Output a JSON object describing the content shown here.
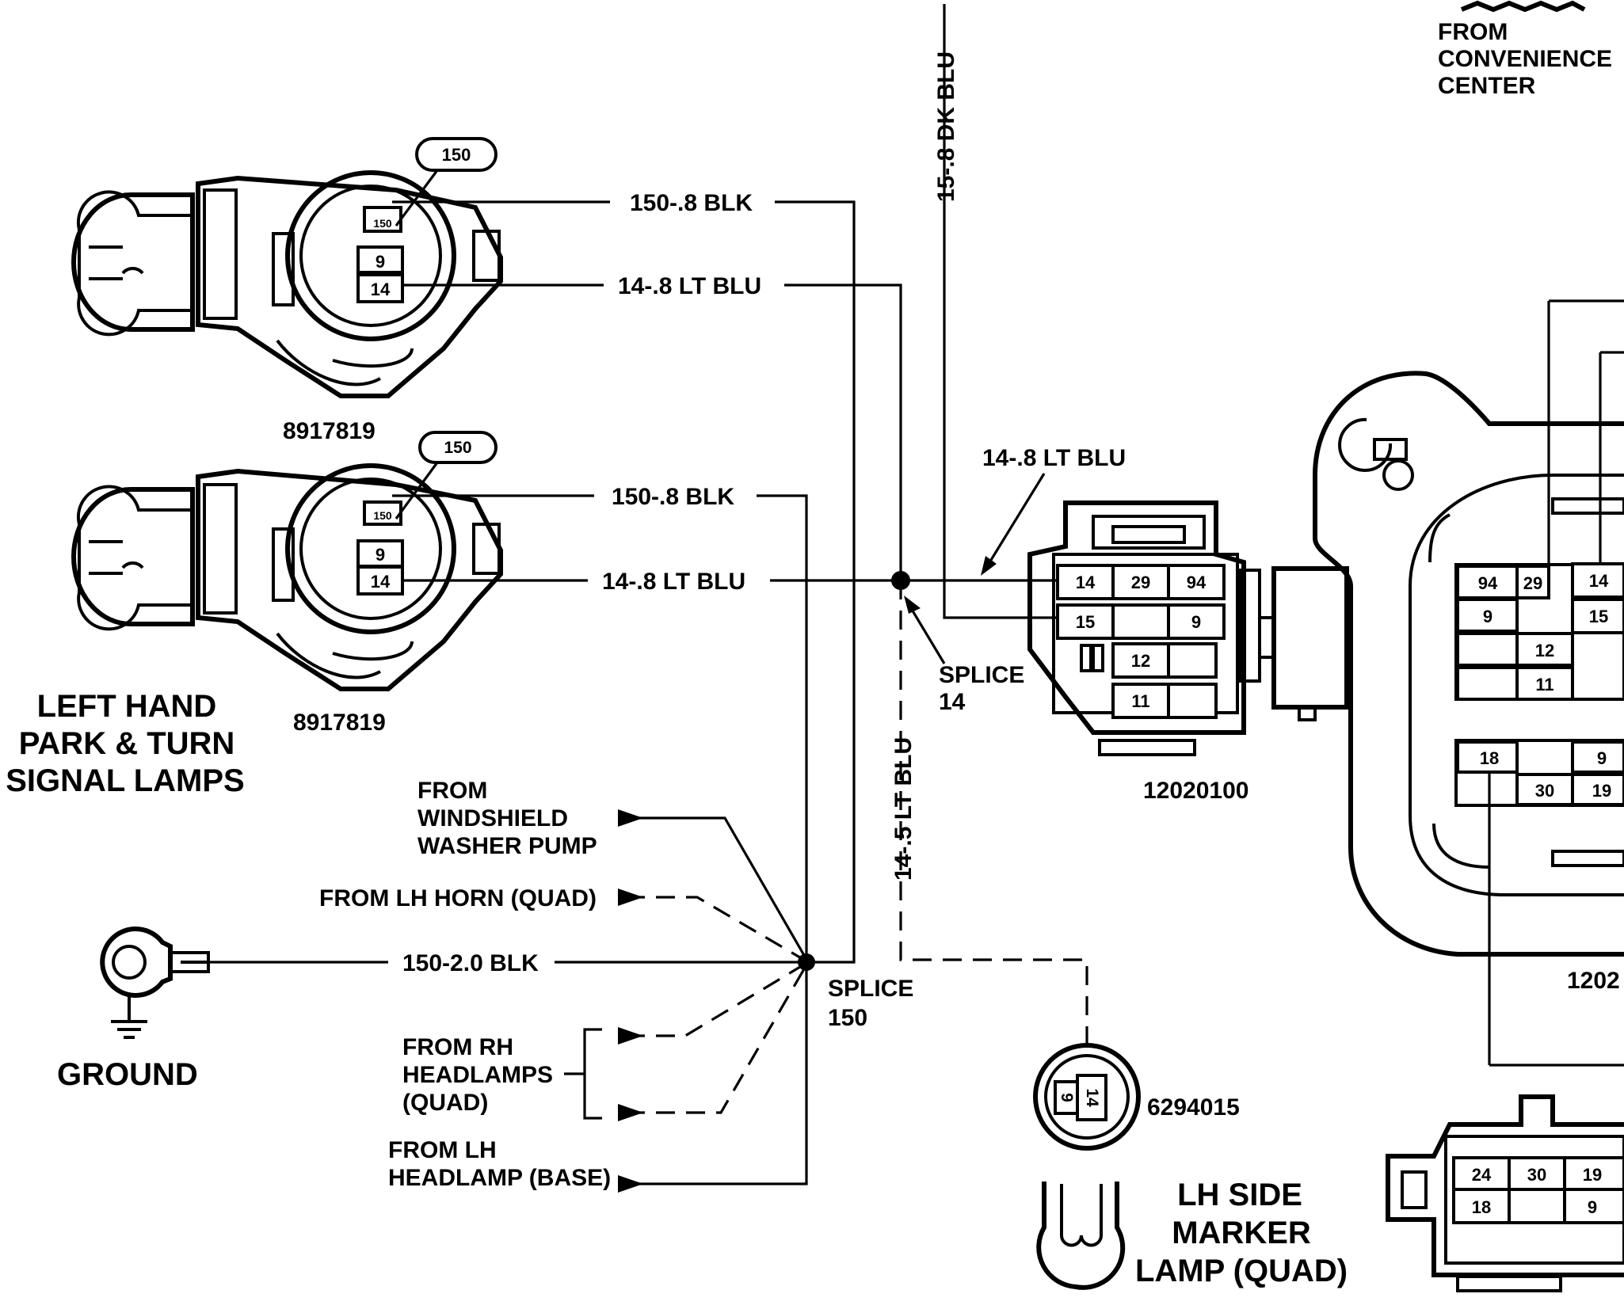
{
  "labels": {
    "from_convenience_center": [
      "FROM",
      "CONVENIENCE",
      "CENTER"
    ],
    "wire_15_dk_blu": "15-.8 DK BLU",
    "wire_150_blk_upper": "150-.8 BLK",
    "wire_14_lt_blu_upper": "14-.8 LT BLU",
    "wire_150_blk_lower": "150-.8 BLK",
    "wire_14_lt_blu_lower": "14-.8 LT BLU",
    "wire_14_lt_blu_to_connector": "14-.8 LT BLU",
    "wire_14_5_lt_blu": "14-.5 LT BLU",
    "wire_150_2_blk": "150-2.0 BLK",
    "splice_14": [
      "SPLICE",
      "14"
    ],
    "splice_150": [
      "SPLICE",
      "150"
    ],
    "part_upper_lamp": "8917819",
    "part_lower_lamp": "8917819",
    "part_center_connector": "12020100",
    "part_side_marker_socket": "6294015",
    "part_right_partial": "1202",
    "left_hand_title": [
      "LEFT HAND",
      "PARK & TURN",
      "SIGNAL LAMPS"
    ],
    "ground": "GROUND",
    "from_windshield_washer": [
      "FROM",
      "WINDSHIELD",
      "WASHER PUMP"
    ],
    "from_lh_horn": "FROM LH HORN (QUAD)",
    "from_rh_headlamps": [
      "FROM RH",
      "HEADLAMPS",
      "(QUAD)"
    ],
    "from_lh_headlamp_base": [
      "FROM LH",
      "HEADLAMP (BASE)"
    ],
    "lh_side_marker": [
      "LH SIDE",
      "MARKER",
      "LAMP (QUAD)"
    ],
    "callout_upper": "150",
    "callout_lower": "150"
  },
  "pins": {
    "lamp_upper": [
      "150",
      "9",
      "14"
    ],
    "lamp_lower": [
      "150",
      "9",
      "14"
    ],
    "center_connector": [
      "14",
      "29",
      "94",
      "15",
      "9",
      "12",
      "11"
    ],
    "right_block_top": [
      "94",
      "29",
      "14",
      "9",
      "15",
      "12",
      "11"
    ],
    "right_block_mid": [
      "18",
      "9",
      "30",
      "19"
    ],
    "right_block_bottom": [
      "24",
      "30",
      "19",
      "18",
      "9"
    ],
    "side_marker_socket": [
      "9",
      "14"
    ]
  }
}
